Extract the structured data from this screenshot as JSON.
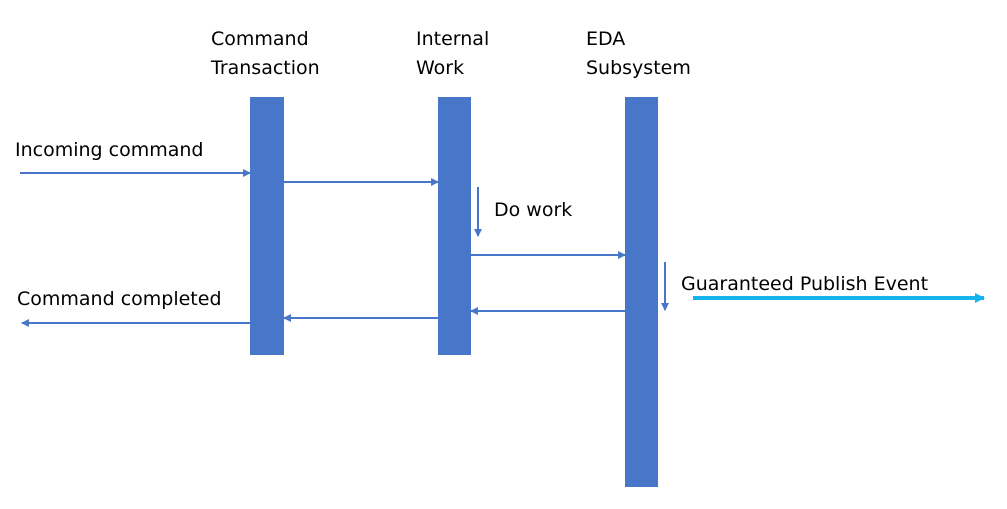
{
  "diagram": {
    "type": "sequence",
    "colors": {
      "lifeline": "#4876c8",
      "arrow": "#4876c8",
      "publish_arrow": "#16b4ec",
      "text": "#000000"
    },
    "lifelines": [
      {
        "id": "command-transaction",
        "label_line1": "Command",
        "label_line2": "Transaction"
      },
      {
        "id": "internal-work",
        "label_line1": "Internal",
        "label_line2": "Work"
      },
      {
        "id": "eda-subsystem",
        "label_line1": "EDA",
        "label_line2": "Subsystem"
      }
    ],
    "messages": [
      {
        "id": "incoming-command",
        "label": "Incoming command",
        "from": "external",
        "to": "command-transaction"
      },
      {
        "id": "call-internal",
        "label": "",
        "from": "command-transaction",
        "to": "internal-work"
      },
      {
        "id": "do-work",
        "label": "Do work",
        "from": "internal-work",
        "to": "internal-work"
      },
      {
        "id": "call-eda",
        "label": "",
        "from": "internal-work",
        "to": "eda-subsystem"
      },
      {
        "id": "guaranteed-publish",
        "label": "Guaranteed Publish Event",
        "from": "eda-subsystem",
        "to": "external"
      },
      {
        "id": "eda-return",
        "label": "",
        "from": "eda-subsystem",
        "to": "internal-work"
      },
      {
        "id": "internal-return",
        "label": "",
        "from": "internal-work",
        "to": "command-transaction"
      },
      {
        "id": "command-completed",
        "label": "Command completed",
        "from": "command-transaction",
        "to": "external"
      }
    ]
  }
}
